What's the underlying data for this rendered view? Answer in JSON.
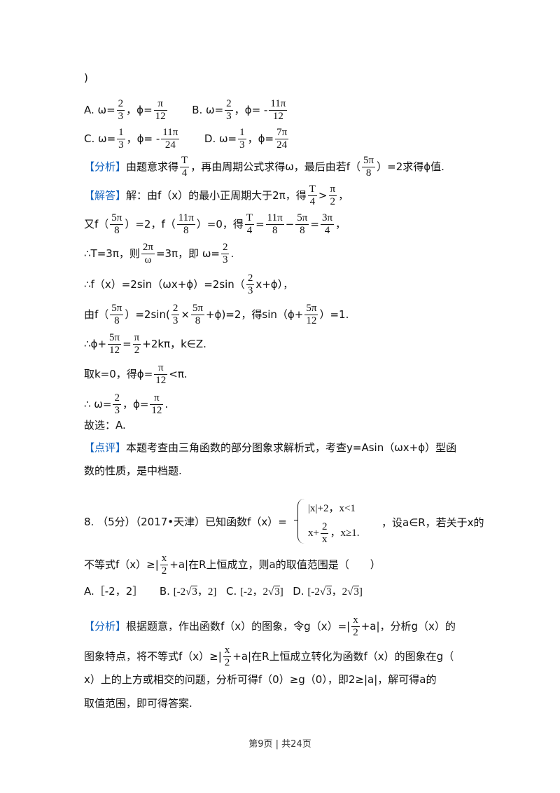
{
  "continuation_paren": ")",
  "opts7": {
    "A": "A.  ω=",
    "A_w_num": "2",
    "A_w_den": "3",
    "A_phi": "，ϕ=",
    "A_p_num": "π",
    "A_p_den": "12",
    "B": "B.  ω=",
    "B_w_num": "2",
    "B_w_den": "3",
    "B_phi": "，ϕ= -",
    "B_p_num": "11π",
    "B_p_den": "12",
    "C": "C.  ω=",
    "C_w_num": "1",
    "C_w_den": "3",
    "C_phi": "，ϕ= -",
    "C_p_num": "11π",
    "C_p_den": "24",
    "D": "D.  ω=",
    "D_w_num": "1",
    "D_w_den": "3",
    "D_phi": "，ϕ=",
    "D_p_num": "7π",
    "D_p_den": "24"
  },
  "analysis7": {
    "tag": "【分析】",
    "t1": "由题意求得",
    "f1n": "T",
    "f1d": "4",
    "t2": "，再由周期公式求得ω，最后由若f（",
    "f2n": "5π",
    "f2d": "8",
    "t3": "）=2求得ϕ值."
  },
  "solution": {
    "tag": "【解答】",
    "l1a": "解：由f（x）的最小正周期大于2π，得",
    "l1f1n": "T",
    "l1f1d": "4",
    "l1gt": ">",
    "l1f2n": "π",
    "l1f2d": "2",
    "l1end": "，",
    "l2a": "又f（",
    "l2f1n": "5π",
    "l2f1d": "8",
    "l2b": "）=2，f（",
    "l2f2n": "11π",
    "l2f2d": "8",
    "l2c": "）=0，得",
    "l2f3n": "T",
    "l2f3d": "4",
    "l2eq": "=",
    "l2f4n": "11π",
    "l2f4d": "8",
    "l2minus": "−",
    "l2f5n": "5π",
    "l2f5d": "8",
    "l2eq2": "=",
    "l2f6n": "3π",
    "l2f6d": "4",
    "l2end": "，",
    "l3a": "∴T=3π，则",
    "l3f1n": "2π",
    "l3f1d": "ω",
    "l3b": "=3π，即 ω=",
    "l3f2n": "2",
    "l3f2d": "3",
    "l3end": ".",
    "l4a": "∴f（x）=2sin（ωx+ϕ）=2sin（",
    "l4f1n": "2",
    "l4f1d": "3",
    "l4b": "x+ϕ），",
    "l5a": "由f（",
    "l5f1n": "5π",
    "l5f1d": "8",
    "l5b": "）=2sin(",
    "l5f2n": "2",
    "l5f2d": "3",
    "l5c": "×",
    "l5f3n": "5π",
    "l5f3d": "8",
    "l5d": "+ϕ)=2，得sin（ϕ+",
    "l5f4n": "5π",
    "l5f4d": "12",
    "l5e": "）=1.",
    "l6a": "∴ϕ+",
    "l6f1n": "5π",
    "l6f1d": "12",
    "l6b": "=",
    "l6f2n": "π",
    "l6f2d": "2",
    "l6c": "+2kπ，k∈Z.",
    "l7a": "取k=0，得ϕ=",
    "l7f1n": "π",
    "l7f1d": "12",
    "l7b": "<π.",
    "l8a": "∴ ω=",
    "l8f1n": "2",
    "l8f1d": "3",
    "l8b": "，ϕ=",
    "l8f2n": "π",
    "l8f2d": "12",
    "l8c": ".",
    "l9": "故选：A."
  },
  "comment7": {
    "tag": "【点评】",
    "l1": "本题考查由三角函数的部分图象求解析式，考查y=Asin（ωx+ϕ）型函",
    "l2": "数的性质，是中档题."
  },
  "q8": {
    "stem_a": "8.  （5分）（2017•天津）已知函数f（x）=",
    "case1": "|x|+2，x<1",
    "case2a": "x+",
    "case2fn": "2",
    "case2fd": "x",
    "case2b": "，x≥1.",
    "stem_b": "，设a∈R，若关于x的",
    "l2a": "不等式f（x）≥|",
    "l2fn": "x",
    "l2fd": "2",
    "l2b": "+a|在R上恒成立，则a的取值范围是（　　）",
    "optA": "A.［-2，2］",
    "optB": "B.",
    "optBv1": "[-2",
    "optBv2": "3",
    "optBv3": "，2]",
    "optC": "C.",
    "optCv1": "[-2，2",
    "optCv2": "3",
    "optCv3": "]",
    "optD": "D.",
    "optDv1": "[-2",
    "optDv2": "3",
    "optDv3": "，2",
    "optDv4": "3",
    "optDv5": "]"
  },
  "analysis8": {
    "tag": "【分析】",
    "l1a": "根据题意，作出函数f（x）的图象，令g（x）=|",
    "l1fn": "x",
    "l1fd": "2",
    "l1b": "+a|，分析g（x）的",
    "l2a": "图象特点，将不等式f（x）≥|",
    "l2fn": "x",
    "l2fd": "2",
    "l2b": "+a|在R上恒成立转化为函数f（x）的图象在g（",
    "l3": "x）上的上方或相交的问题，分析可得f（0）≥g（0），即2≥|a|，解可得a的",
    "l4": "取值范围，即可得答案."
  },
  "footer": "第9页 | 共24页"
}
